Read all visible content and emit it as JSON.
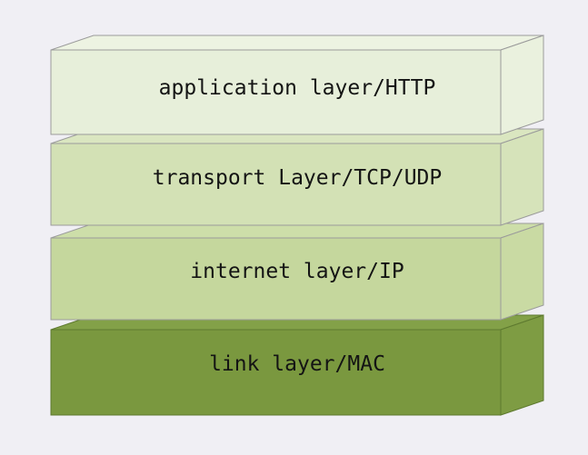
{
  "background": "#f0eff4",
  "text_color": "#141414",
  "diagram": {
    "type": "layer-stack",
    "description_visible_text_only": true,
    "layers": [
      {
        "id": "application",
        "label": "application layer/HTTP",
        "front": "#e7efda",
        "top": "#edf3e2",
        "side": "#eaf1de",
        "border": "#9b9b9b"
      },
      {
        "id": "transport",
        "label": "transport Layer/TCP/UDP",
        "front": "#d3e1b5",
        "top": "#dae6c0",
        "side": "#d6e3ba",
        "border": "#9b9b9b"
      },
      {
        "id": "internet",
        "label": "internet layer/IP",
        "front": "#c5d79d",
        "top": "#cddea9",
        "side": "#c9daa3",
        "border": "#9b9b9b"
      },
      {
        "id": "link",
        "label": "link layer/MAC",
        "front": "#7a983f",
        "top": "#83a148",
        "side": "#7e9c43",
        "border": "#5e7a2f"
      }
    ]
  }
}
